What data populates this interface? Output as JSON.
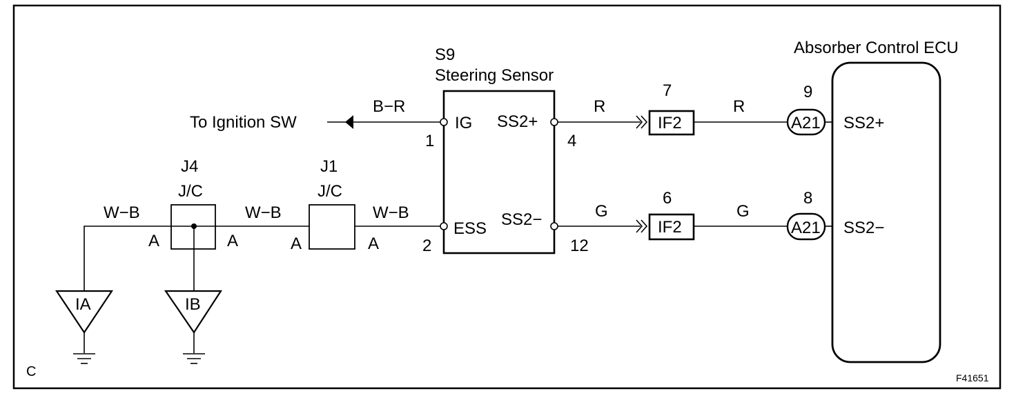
{
  "corner_label": "C",
  "figure_id": "F41651",
  "ignition": {
    "label": "To Ignition SW",
    "wire": "B−R"
  },
  "steering_sensor": {
    "code": "S9",
    "name": "Steering Sensor",
    "pins": [
      {
        "num": "1",
        "name": "IG"
      },
      {
        "num": "4",
        "name": "SS2+"
      },
      {
        "num": "2",
        "name": "ESS"
      },
      {
        "num": "12",
        "name": "SS2−"
      }
    ]
  },
  "junctions": [
    {
      "code": "J4",
      "type": "J/C",
      "left_pin": "A",
      "right_pin": "A"
    },
    {
      "code": "J1",
      "type": "J/C",
      "left_pin": "A",
      "right_pin": "A"
    }
  ],
  "ground_wires": {
    "w1": "W−B",
    "w2": "W−B",
    "w3": "W−B"
  },
  "grounds": [
    {
      "label": "IA"
    },
    {
      "label": "IB"
    }
  ],
  "connectors": [
    {
      "pin": "7",
      "code": "IF2",
      "wire_in": "R",
      "wire_out": "R"
    },
    {
      "pin": "6",
      "code": "IF2",
      "wire_in": "G",
      "wire_out": "G"
    }
  ],
  "ecu": {
    "name": "Absorber Control ECU",
    "terminals": [
      {
        "pin": "9",
        "connector": "A21",
        "name": "SS2+"
      },
      {
        "pin": "8",
        "connector": "A21",
        "name": "SS2−"
      }
    ]
  }
}
